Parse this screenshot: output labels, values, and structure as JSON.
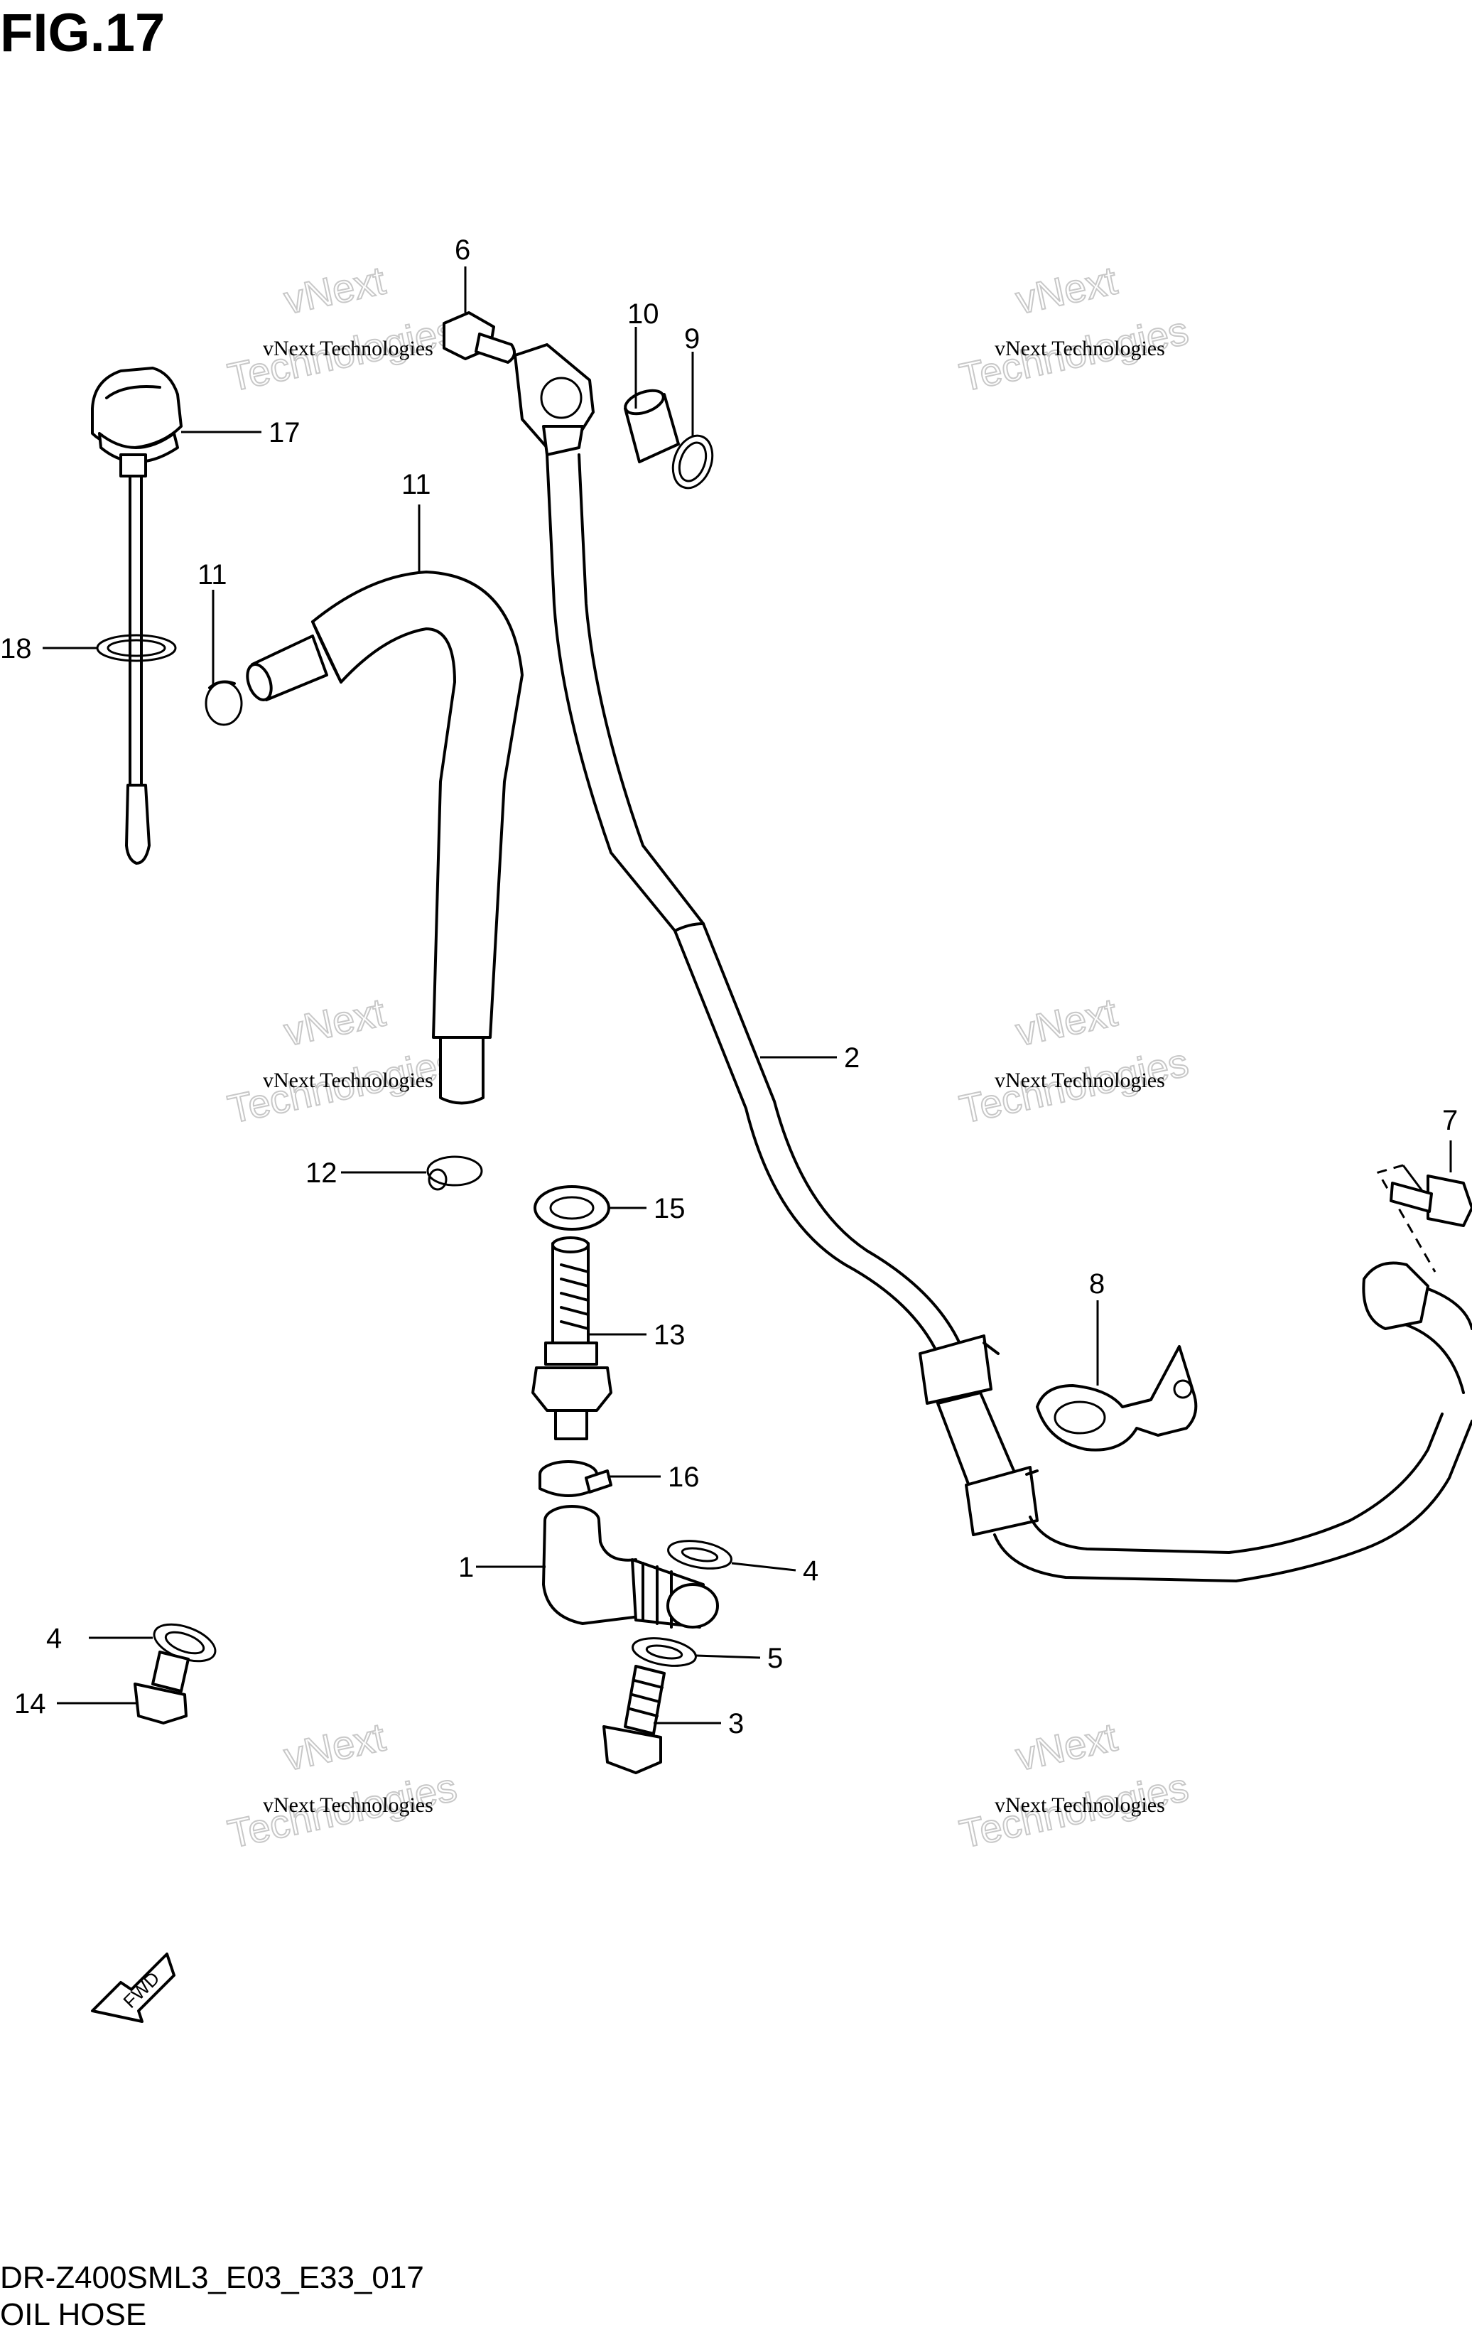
{
  "header": {
    "title": "FIG.17"
  },
  "footer": {
    "code": "DR-Z400SML3_E03_E33_017",
    "name": "OIL HOSE"
  },
  "watermark": {
    "line1": "vNext Technologies",
    "line2": "vNext",
    "line3": "Technologies"
  },
  "fwd_marker": {
    "text": "FWD"
  },
  "callouts": [
    {
      "id": "c1",
      "text": "1"
    },
    {
      "id": "c2",
      "text": "2"
    },
    {
      "id": "c3",
      "text": "3"
    },
    {
      "id": "c4a",
      "text": "4"
    },
    {
      "id": "c4b",
      "text": "4"
    },
    {
      "id": "c5",
      "text": "5"
    },
    {
      "id": "c6",
      "text": "6"
    },
    {
      "id": "c7",
      "text": "7"
    },
    {
      "id": "c8",
      "text": "8"
    },
    {
      "id": "c9",
      "text": "9"
    },
    {
      "id": "c10",
      "text": "10"
    },
    {
      "id": "c11a",
      "text": "11"
    },
    {
      "id": "c11b",
      "text": "11"
    },
    {
      "id": "c12",
      "text": "12"
    },
    {
      "id": "c13",
      "text": "13"
    },
    {
      "id": "c14",
      "text": "14"
    },
    {
      "id": "c15",
      "text": "15"
    },
    {
      "id": "c16",
      "text": "16"
    },
    {
      "id": "c17",
      "text": "17"
    },
    {
      "id": "c18",
      "text": "18"
    }
  ]
}
